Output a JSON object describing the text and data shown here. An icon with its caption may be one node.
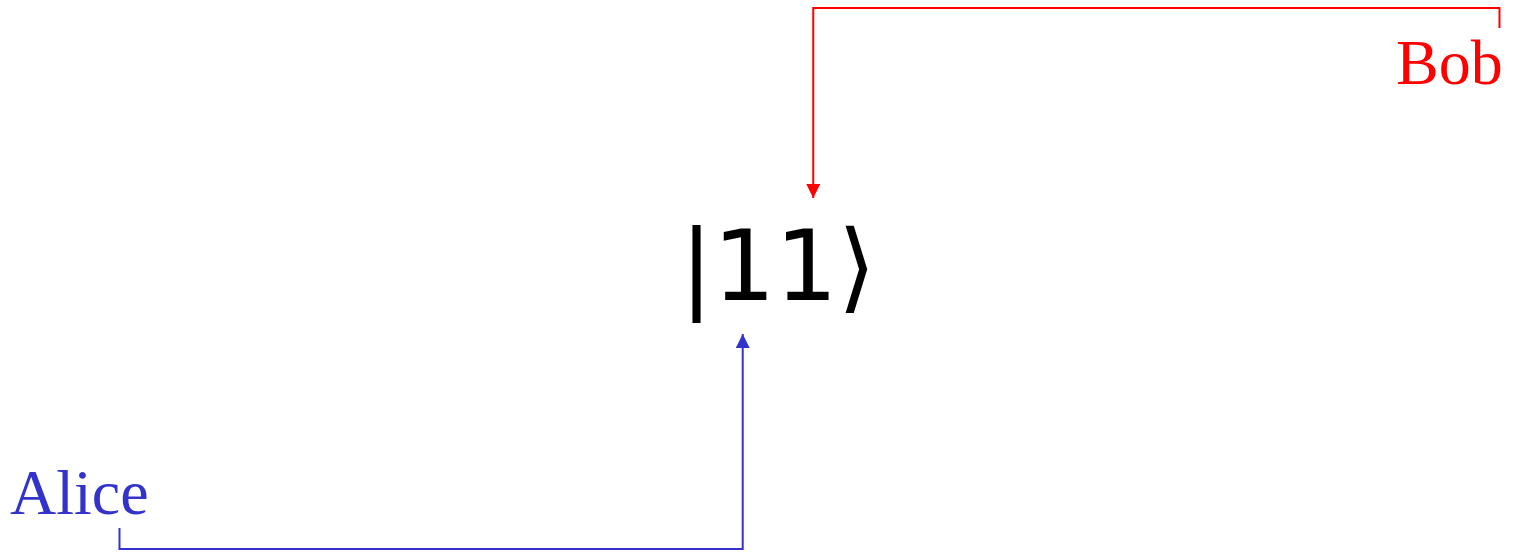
{
  "diagram": {
    "nodes": [
      {
        "text": [
          "Bob"
        ]
      },
      {
        "text": [
          "|11⟩"
        ]
      },
      {
        "text": [
          "Alice"
        ]
      }
    ],
    "edges": [
      {
        "from": 0,
        "to": 1,
        "arrow": "to",
        "color": "#ff0000"
      },
      {
        "from": 2,
        "to": 1,
        "arrow": "to",
        "color": "#3333cc"
      }
    ]
  }
}
